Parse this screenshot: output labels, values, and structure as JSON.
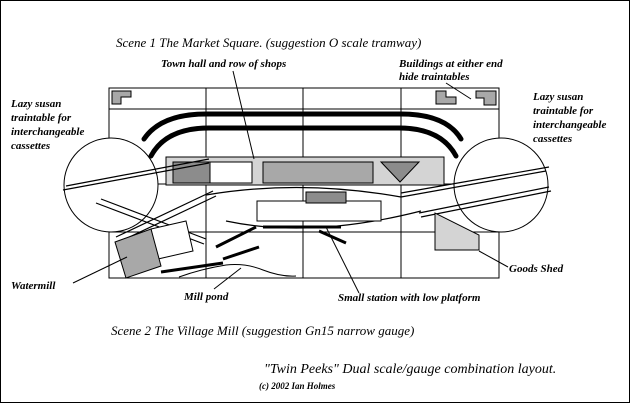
{
  "diagram": {
    "scene1_title": "Scene 1 The Market Square. (suggestion O scale tramway)",
    "scene2_title": "Scene 2 The Village Mill (suggestion Gn15 narrow gauge)",
    "layout_title": "\"Twin Peeks\" Dual scale/gauge combination layout.",
    "copyright": "(c) 2002 Ian Holmes",
    "labels": {
      "town_hall": "Town hall and row of shops",
      "buildings_line1": "Buildings at either end",
      "buildings_line2": "hide traintables",
      "lazy_left": [
        "Lazy susan",
        "traintable for",
        "interchangeable",
        "cassettes"
      ],
      "lazy_right": [
        "Lazy susan",
        "traintable for",
        "interchangeable",
        "cassettes"
      ],
      "watermill": "Watermill",
      "mill_pond": "Mill pond",
      "goods_shed": "Goods Shed",
      "small_station": "Small station with low platform"
    },
    "colors": {
      "line": "#000000",
      "light_grey": "#d4d4d4",
      "mid_grey": "#a8a8a8",
      "dark_grey": "#8c8c8c"
    }
  }
}
